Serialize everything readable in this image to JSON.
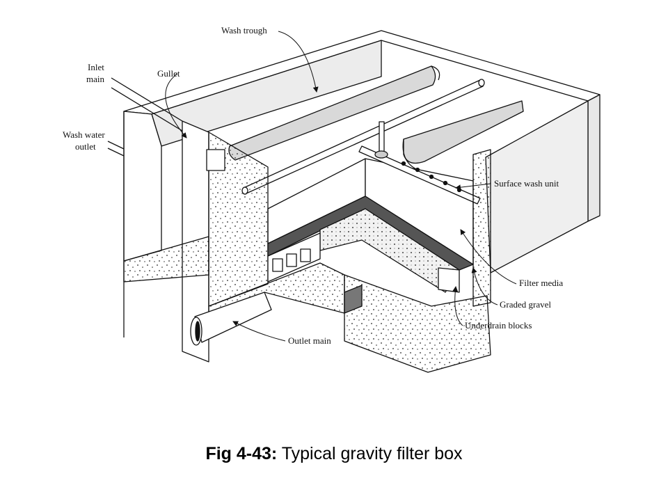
{
  "labels": {
    "wash_trough": "Wash trough",
    "inlet_main_1": "Inlet",
    "inlet_main_2": "main",
    "gullet": "Gullet",
    "wash_water_outlet_1": "Wash water",
    "wash_water_outlet_2": "outlet",
    "surface_wash_unit": "Surface wash unit",
    "filter_media": "Filter media",
    "graded_gravel": "Graded gravel",
    "underdrain_blocks": "Underdrain blocks",
    "outlet_main": "Outlet main"
  },
  "caption": {
    "figure_number": "Fig 4-43:",
    "title": "Typical gravity filter box"
  },
  "colors": {
    "line": "#111111",
    "trough_fill": "#d9d9d9",
    "wall_fill": "#ffffff",
    "far_wall_fill": "#e8e8e8",
    "media_fill": "#555555",
    "speckle": "#222222"
  }
}
